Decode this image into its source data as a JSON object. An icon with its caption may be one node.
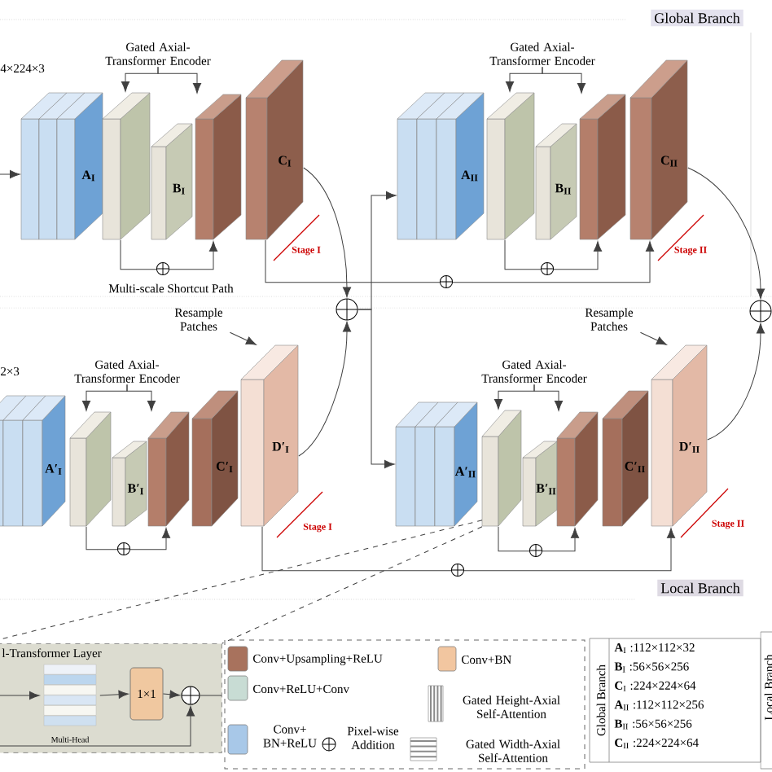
{
  "diagram": {
    "nodes": [
      {
        "text": [
          "A$_{I}$"
        ]
      },
      {
        "text": [],
        "shape": "box"
      },
      {
        "text": [
          "B$_{I}$"
        ]
      },
      {
        "text": [],
        "shape": "box"
      },
      {
        "text": [
          "C$_{I}$"
        ]
      },
      {
        "text": [
          "A$_{II}$"
        ]
      },
      {
        "text": [],
        "shape": "box"
      },
      {
        "text": [
          "B$_{II}$"
        ]
      },
      {
        "text": [],
        "shape": "box"
      },
      {
        "text": [
          "C$_{II}$"
        ]
      },
      {
        "text": [
          "A′$_{I}$"
        ]
      },
      {
        "text": [],
        "shape": "box"
      },
      {
        "text": [
          "B′$_{I}$"
        ]
      },
      {
        "text": [],
        "shape": "box"
      },
      {
        "text": [
          "C′$_{I}$"
        ]
      },
      {
        "text": [
          "D′$_{I}$"
        ]
      },
      {
        "text": [
          "A′$_{II}$"
        ]
      },
      {
        "text": [],
        "shape": "box"
      },
      {
        "text": [
          "B′$_{II}$"
        ]
      },
      {
        "text": [],
        "shape": "box"
      },
      {
        "text": [
          "C′$_{II}$"
        ]
      },
      {
        "text": [
          "D′$_{II}$"
        ]
      },
      {
        "text": [],
        "shape": "circle"
      },
      {
        "text": [],
        "shape": "circle"
      },
      {
        "text": [
          "Gated Axial- Transformer Encoder"
        ]
      },
      {
        "text": [
          "Gated Axial- Transformer Encoder"
        ]
      },
      {
        "text": [
          "Gated Axial- Transformer Encoder"
        ]
      },
      {
        "text": [
          "Gated Axial- Transformer Encoder"
        ]
      },
      {
        "text": [
          "Resample Patches"
        ]
      },
      {
        "text": [
          "Resample Patches"
        ]
      },
      {
        "text": [
          "l-Transformer Layer"
        ]
      },
      {
        "text": [
          "Multi-Head"
        ],
        "in": 30
      },
      {
        "text": [
          "1×1"
        ],
        "in": 30
      },
      {
        "text": [],
        "shape": "circle",
        "in": 30
      }
    ],
    "edges": [
      {
        "from": null,
        "to": 0,
        "arrow": "to"
      },
      {
        "from": 4,
        "to": 22,
        "arrow": "to"
      },
      {
        "from": 15,
        "to": 22,
        "arrow": "to"
      },
      {
        "from": 22,
        "to": 5,
        "arrow": "to"
      },
      {
        "from": 22,
        "to": 16,
        "arrow": "to"
      },
      {
        "from": 9,
        "to": 23,
        "arrow": "to"
      },
      {
        "from": 21,
        "to": 23,
        "arrow": "to"
      },
      {
        "from": 1,
        "to": 3,
        "arrow": "to"
      },
      {
        "from": 6,
        "to": 8,
        "arrow": "to"
      },
      {
        "from": 11,
        "to": 13,
        "arrow": "to"
      },
      {
        "from": 17,
        "to": 19,
        "arrow": "to"
      },
      {
        "from": 4,
        "to": 9,
        "arrow": "to"
      },
      {
        "from": 15,
        "to": 21,
        "arrow": "to"
      },
      {
        "from": 24,
        "to": 1,
        "arrow": "to"
      },
      {
        "from": 24,
        "to": 3,
        "arrow": "to"
      },
      {
        "from": 25,
        "to": 6,
        "arrow": "to"
      },
      {
        "from": 25,
        "to": 8,
        "arrow": "to"
      },
      {
        "from": 26,
        "to": 11,
        "arrow": "to"
      },
      {
        "from": 26,
        "to": 13,
        "arrow": "to"
      },
      {
        "from": 27,
        "to": 17,
        "arrow": "to"
      },
      {
        "from": 27,
        "to": 19,
        "arrow": "to"
      },
      {
        "from": 28,
        "to": 15,
        "arrow": "to"
      },
      {
        "from": 29,
        "to": 21,
        "arrow": "to"
      },
      {
        "from": 17,
        "to": 30,
        "arrow": "none",
        "style": "dashed"
      },
      {
        "from": 17,
        "to": 30,
        "arrow": "none",
        "style": "dashed"
      },
      {
        "from": null,
        "to": 31,
        "arrow": "to"
      },
      {
        "from": 31,
        "to": 32,
        "arrow": "to"
      },
      {
        "from": 32,
        "to": 33,
        "arrow": "to"
      },
      {
        "from": null,
        "to": 33,
        "arrow": "to"
      },
      {
        "from": 33,
        "to": null,
        "arrow": "none"
      }
    ],
    "labels": [
      "4×224×3",
      "Global Branch",
      "Stage I",
      "Multi-scale Shortcut Path",
      "Stage II",
      "2×3",
      "Stage I",
      "Stage II",
      "Local Branch",
      "Global Branch",
      "**A**$_{I}$ :112×112×32",
      "**B**$_{I}$ :56×56×256",
      "**C**$_{I}$ :224×224×64",
      "**A**$_{II}$ :112×112×256",
      "**B**$_{II}$ :56×56×256",
      "**C**$_{II}$ :224×224×64",
      "Local Branch"
    ],
    "legend": [
      {
        "text": "Conv+Upsampling+ReLU",
        "color": "#a8725d"
      },
      {
        "text": "Conv+BN",
        "color": "#f2c6a0"
      },
      {
        "text": "Conv+ReLU+Conv",
        "color": "#c8dcd4"
      },
      {
        "text": "Conv+ BN+ReLU",
        "color": "#a8c8e8"
      },
      {
        "text": "Pixel-wise Addition"
      },
      {
        "text": "Gated Height-Axial Self-Attention"
      },
      {
        "text": "Gated Width-Axial Self-Attention"
      }
    ]
  }
}
